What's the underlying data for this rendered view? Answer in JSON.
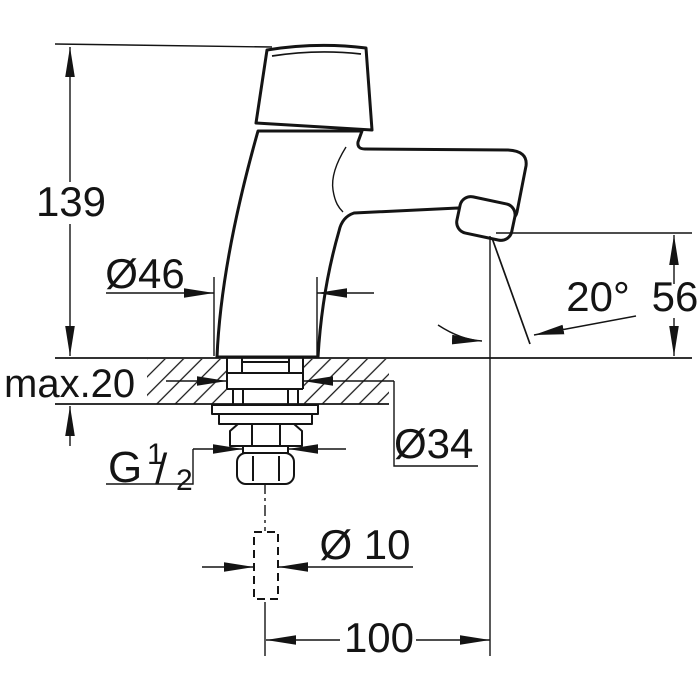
{
  "drawing": {
    "kind": "technical-dimension-drawing",
    "subject": "pillar tap side elevation with installation dimensions",
    "units": "mm",
    "line_color": "#141414",
    "background_color": "#ffffff",
    "labels": {
      "height": "139",
      "base_dia": "Ø46",
      "angle": "20°",
      "outlet_height": "56",
      "deck_max": "max.20",
      "thread_g": "G",
      "thread_num": "1",
      "thread_slash": "/",
      "thread_den": "2",
      "shank_dia": "Ø34",
      "supply_dia": "Ø 10",
      "reach": "100"
    }
  }
}
